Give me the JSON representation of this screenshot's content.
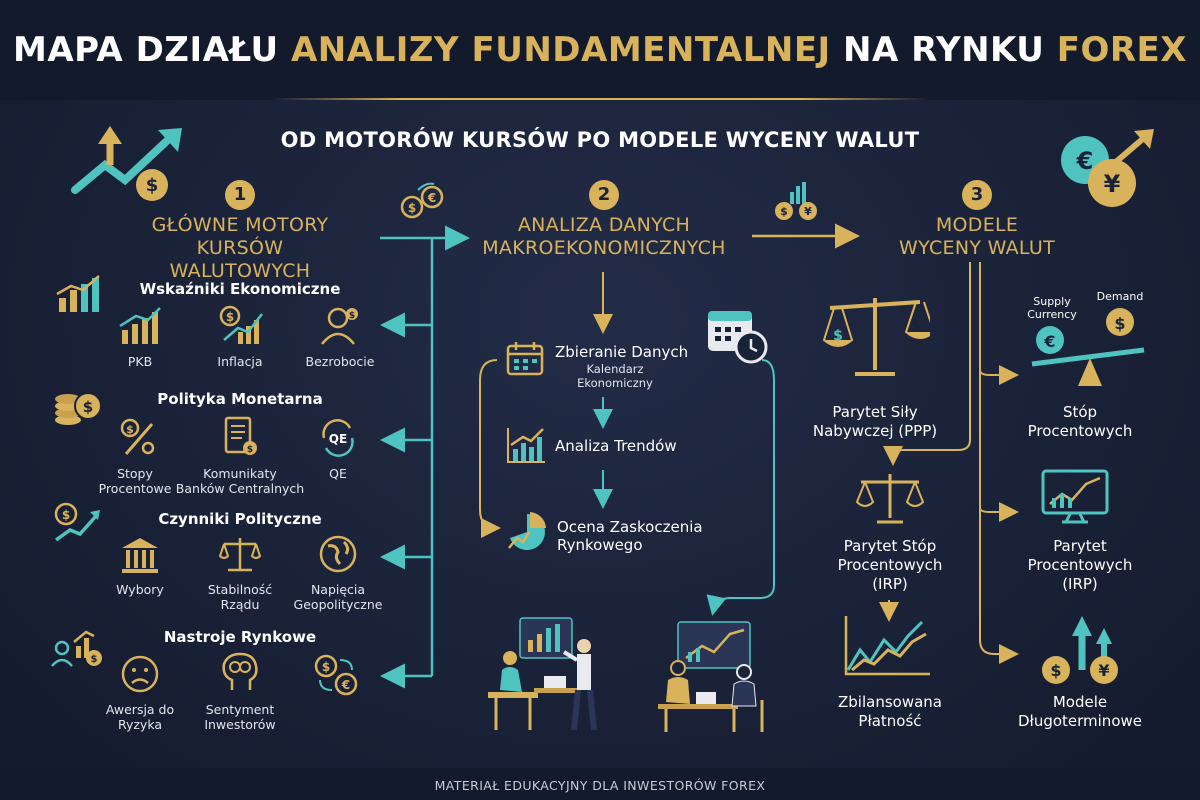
{
  "header": {
    "title_part1": "MAPA DZIAŁU ",
    "title_part2": "ANALIZY FUNDAMENTALNEJ",
    "title_part3": " NA RYNKU ",
    "title_part4": "FOREX",
    "subtitle": "OD MOTORÓW KURSÓW PO MODELE WYCENY WALUT"
  },
  "colors": {
    "gold": "#d9b35c",
    "teal": "#4fc3c0",
    "background": "#1a2238"
  },
  "sections": [
    {
      "number": "1",
      "title_line1": "Główne motory",
      "title_line2": "kursów walutowych"
    },
    {
      "number": "2",
      "title_line1": "Analiza danych",
      "title_line2": "makroekonomicznych"
    },
    {
      "number": "3",
      "title_line1": "Modele",
      "title_line2": "wyceny walut"
    }
  ],
  "drivers": {
    "economic": {
      "title": "Wskaźniki Ekonomiczne",
      "items": [
        "PKB",
        "Inflacja",
        "Bezrobocie"
      ]
    },
    "monetary": {
      "title": "Polityka Monetarna",
      "items": [
        "Stopy\nProcentowe",
        "Komunikaty\nBanków Centralnych",
        "QE"
      ]
    },
    "political": {
      "title": "Czynniki Polityczne",
      "items": [
        "Wybory",
        "Stabilność\nRządu",
        "Napięcia\nGeopolityczne"
      ]
    },
    "sentiment": {
      "title": "Nastroje Rynkowe",
      "items": [
        "Awersja do\nRyzyka",
        "Sentyment\nInwestorów"
      ]
    }
  },
  "analysis": {
    "collect": "Zbieranie Danych",
    "calendar": "Kalendarz\nEkonomiczny",
    "trends": "Analiza Trendów",
    "surprise_line1": "Ocena Zaskoczenia",
    "surprise_line2": "Rynkowego"
  },
  "models": {
    "ppp": "Parytet Siły\nNabywczej (PPP)",
    "rates": "Stóp\nProcentowych",
    "irp_left": "Parytet Stóp\nProcentowych\n(IRP)",
    "irp_right": "Parytet\nProcentowych\n(IRP)",
    "balanced": "Zbilansowana\nPłatność",
    "long_term": "Modele\nDługoterminowe",
    "supply_currency": "Supply\nCurrency",
    "demand": "Demand"
  },
  "icons": [
    "growth-arrow-icon",
    "currency-exchange-icon",
    "calendar-icon",
    "clock-icon",
    "scale-icon",
    "chart-icon",
    "document-icon",
    "bank-icon",
    "globe-icon",
    "face-icon",
    "brain-icon",
    "pie-chart-icon",
    "monitor-chart-icon",
    "coin-stack-icon"
  ],
  "footer": "MATERIAŁ EDUKACYJNY DLA INWESTORÓW FOREX"
}
